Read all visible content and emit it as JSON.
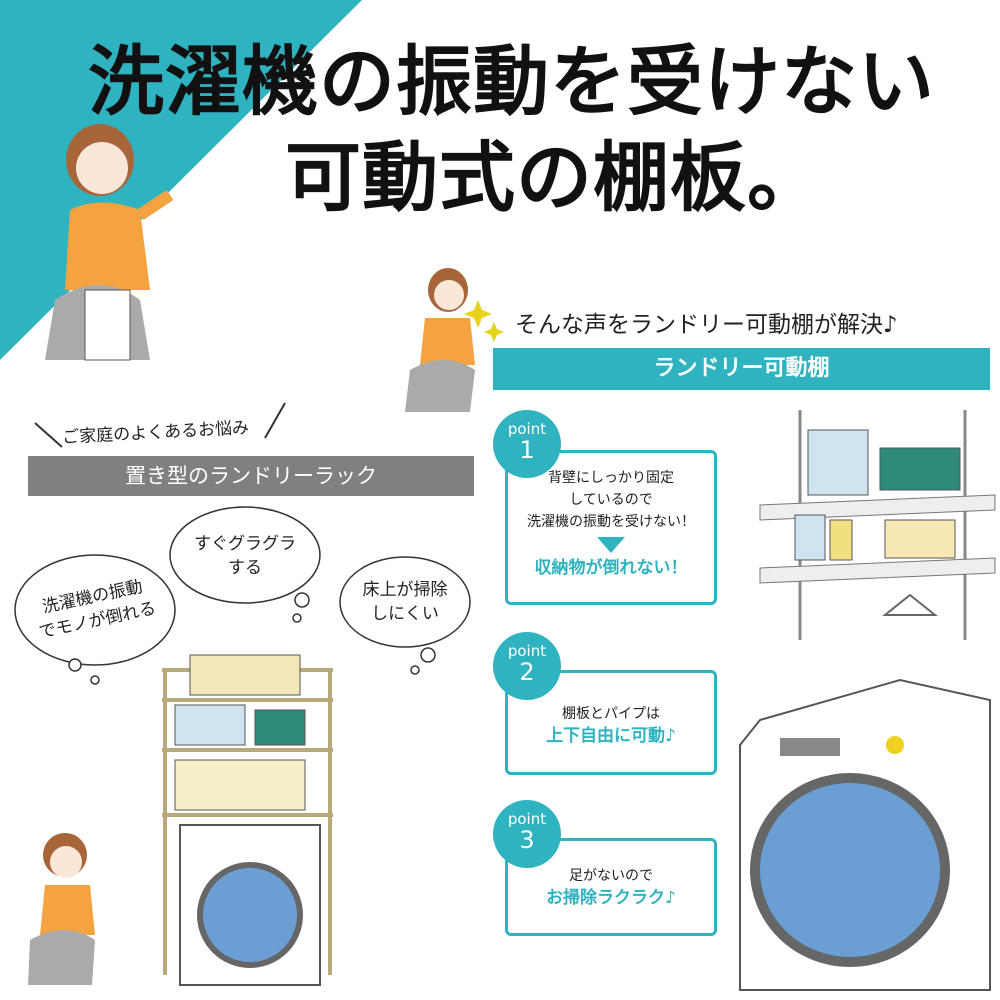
{
  "colors": {
    "accent": "#2fb3c0",
    "gray_bar": "#808080"
  },
  "headline": {
    "line1": "洗濯機の振動を受けない",
    "line2": "可動式の棚板。"
  },
  "right": {
    "speech": "そんな声をランドリー可動棚が解決♪",
    "bar_label": "ランドリー可動棚",
    "points": [
      {
        "tag": "point",
        "number": "1",
        "lines": [
          "背壁にしっかり固定",
          "しているので",
          "洗濯機の振動を受けない！"
        ],
        "highlight": "収納物が倒れない！"
      },
      {
        "tag": "point",
        "number": "2",
        "lines": [
          "棚板とパイプは"
        ],
        "highlight": "上下自由に可動♪"
      },
      {
        "tag": "point",
        "number": "3",
        "lines": [
          "足がないので"
        ],
        "highlight": "お掃除ラクラク♪"
      }
    ]
  },
  "left": {
    "caption": "ご家庭のよくあるお悩み",
    "bar_label": "置き型のランドリーラック",
    "clouds": [
      {
        "lines": [
          "洗濯機の振動",
          "でモノが倒れる"
        ]
      },
      {
        "lines": [
          "すぐグラグラ",
          "する"
        ]
      },
      {
        "lines": [
          "床上が掃除",
          "しにくい"
        ]
      }
    ]
  }
}
